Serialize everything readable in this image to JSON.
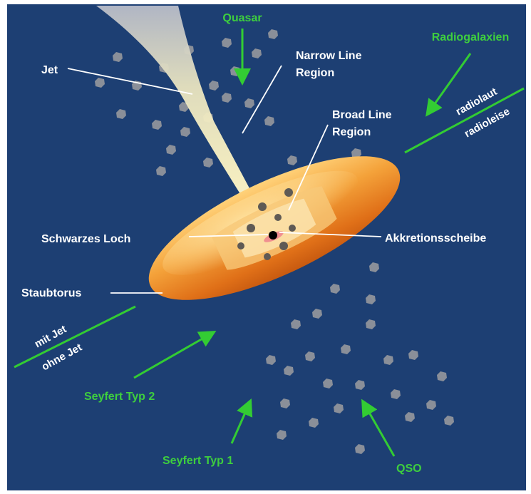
{
  "colors": {
    "background": "#1d3f73",
    "frame": "#ffffff",
    "viewing_arrow": "#33cc33",
    "label_white": "#ffffff",
    "label_green": "#3ecf3e",
    "cloud": "#8a8f99",
    "torus_outer": "#e6721a",
    "torus_highlight": "#ffc266",
    "jet": "#fff6c4",
    "accretion_disk": "#f09090",
    "black_hole": "#000000"
  },
  "labels": {
    "quasar": "Quasar",
    "radiogalaxien": "Radiogalaxien",
    "jet": "Jet",
    "narrow_line_region": [
      "Narrow Line",
      "Region"
    ],
    "broad_line_region": [
      "Broad Line",
      "Region"
    ],
    "radiolaut": "radiolaut",
    "radioleise": "radioleise",
    "schwarzes_loch": "Schwarzes Loch",
    "akkretionsscheibe": "Akkretionsscheibe",
    "staubtorus": "Staubtorus",
    "mit_jet": "mit Jet",
    "ohne_jet": "ohne Jet",
    "seyfert_typ_2": "Seyfert Typ 2",
    "seyfert_typ_1": "Seyfert Typ 1",
    "qso": "QSO"
  },
  "icons": [
    "arrow-icon",
    "black-hole-icon",
    "gas-cloud-icon"
  ]
}
